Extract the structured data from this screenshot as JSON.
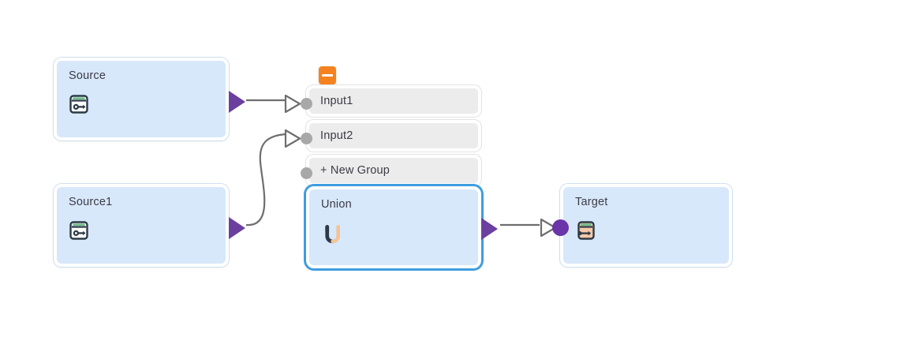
{
  "canvas": {
    "background": "#ffffff",
    "node_fill": "#d8e8fb",
    "row_fill": "#ececec",
    "selection_color": "#3e9de0",
    "output_port_color": "#6b3fa0",
    "connected_port_color": "#6b34a8",
    "unconnected_port_color": "#a8a8a8",
    "collapse_button_color": "#f5821f",
    "edge_color": "#6e6e6e"
  },
  "nodes": [
    {
      "id": "source",
      "title": "Source",
      "icon": "source-table-icon",
      "selected": false,
      "has_output_port": true,
      "has_input_port": false
    },
    {
      "id": "source1",
      "title": "Source1",
      "icon": "source-table-icon",
      "selected": false,
      "has_output_port": true,
      "has_input_port": false
    },
    {
      "id": "union",
      "title": "Union",
      "icon": "union-icon",
      "selected": true,
      "has_output_port": true,
      "has_input_port": false
    },
    {
      "id": "target",
      "title": "Target",
      "icon": "target-table-icon",
      "selected": false,
      "has_output_port": false,
      "has_input_port": true
    }
  ],
  "group_panel": {
    "collapse_button": {
      "icon": "minus-icon",
      "label": ""
    },
    "rows": [
      {
        "id": "input1",
        "label": "Input1",
        "port_state": "unconnected",
        "has_incoming_arrow": true
      },
      {
        "id": "input2",
        "label": "Input2",
        "port_state": "unconnected",
        "has_incoming_arrow": true
      },
      {
        "id": "new-group",
        "label": "+ New Group",
        "port_state": "unconnected",
        "has_incoming_arrow": false
      }
    ]
  },
  "edges": [
    {
      "id": "source-to-input1",
      "from": "source",
      "to": "input1",
      "style": "straight"
    },
    {
      "id": "source1-to-input2",
      "from": "source1",
      "to": "input2",
      "style": "curved"
    },
    {
      "id": "union-to-target",
      "from": "union",
      "to": "target",
      "style": "straight"
    }
  ]
}
